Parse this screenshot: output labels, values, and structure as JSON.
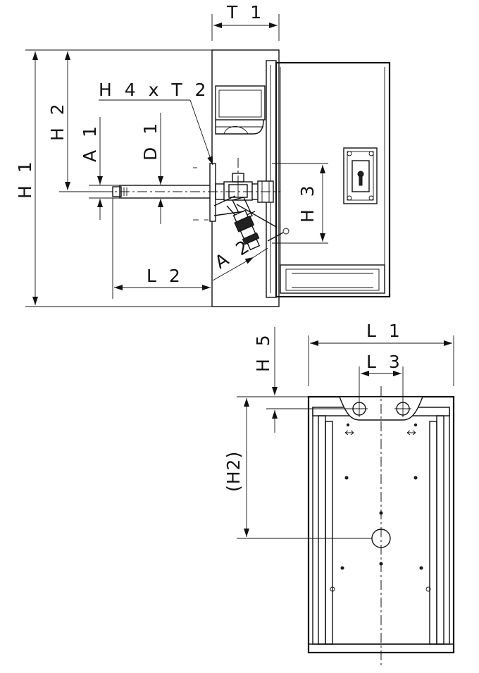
{
  "labels": {
    "t1": "T 1",
    "h4xt2": "H 4 x T 2",
    "h2": "H 2",
    "a1": "A 1",
    "d1": "D 1",
    "h1": "H 1",
    "h3": "H 3",
    "a2": "A 2",
    "l2": "L 2",
    "l1": "L 1",
    "l3": "L 3",
    "h5": "H 5",
    "h2_bracket": "(H2)"
  },
  "colors": {
    "line": "#111111",
    "background": "#ffffff"
  }
}
